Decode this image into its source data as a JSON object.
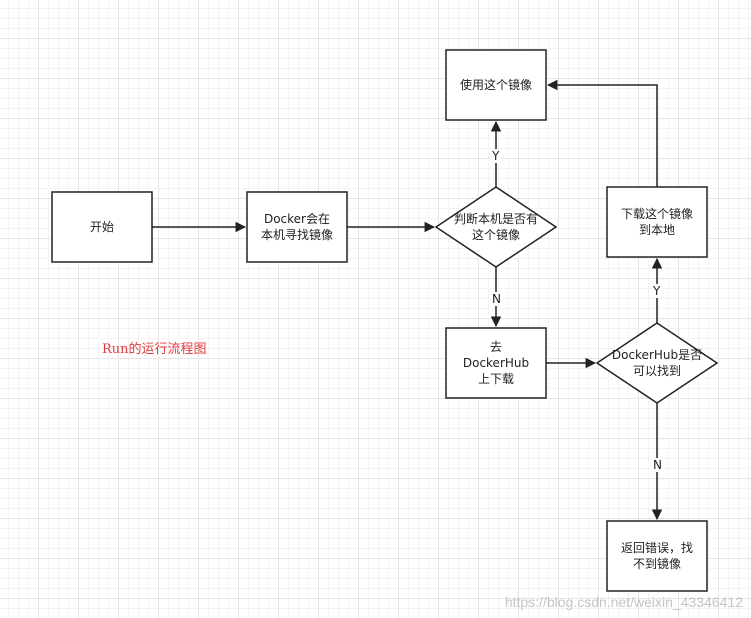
{
  "diagram": {
    "nodes": {
      "start": "开始",
      "docker_local": "Docker会在\n本机寻找镜像",
      "judge_local": "判断本机是否有\n这个镜像",
      "use_image": "使用这个镜像",
      "go_hub": "去\nDockerHub\n上下载",
      "hub_found": "DockerHub是否\n可以找到",
      "download": "下载这个镜像\n到本地",
      "error": "返回错误，找\n不到镜像"
    },
    "edge_labels": {
      "judge_yes": "Y",
      "judge_no": "N",
      "hub_yes": "Y",
      "hub_no": "N"
    }
  },
  "caption": "Run的运行流程图",
  "watermark": "https://blog.csdn.net/weixin_43346412",
  "colors": {
    "stroke": "#222222",
    "caption": "#e4393c"
  }
}
